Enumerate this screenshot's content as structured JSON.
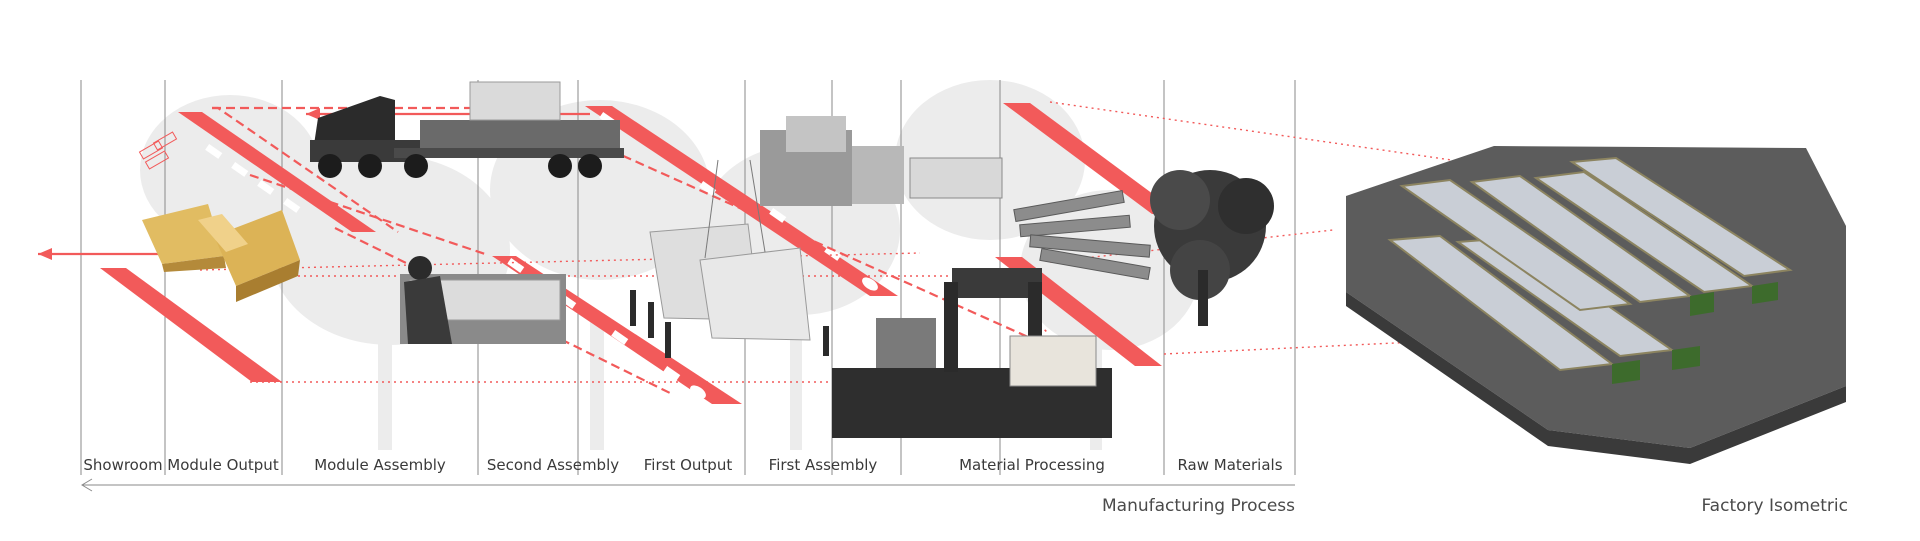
{
  "stages": [
    {
      "label": "Showroom"
    },
    {
      "label": "Module Output"
    },
    {
      "label": "Module Assembly"
    },
    {
      "label": "Second Assembly"
    },
    {
      "label": "First Output"
    },
    {
      "label": "First Assembly"
    },
    {
      "label": "Material Processing"
    },
    {
      "label": "Raw Materials"
    }
  ],
  "captions": {
    "process": "Manufacturing Process",
    "factory": "Factory Isometric"
  },
  "colors": {
    "accent_red": "#f25a5a",
    "line_gray": "#8a8a8a",
    "text": "#3a3a3a",
    "photo_dark": "#2b2b2b",
    "tree_ghost": "#e6e6e6",
    "wood": "#d8b25a",
    "ground": "#5a5a5a",
    "roof_glass": "#c9ced6",
    "green_wall": "#3d6b2c"
  }
}
